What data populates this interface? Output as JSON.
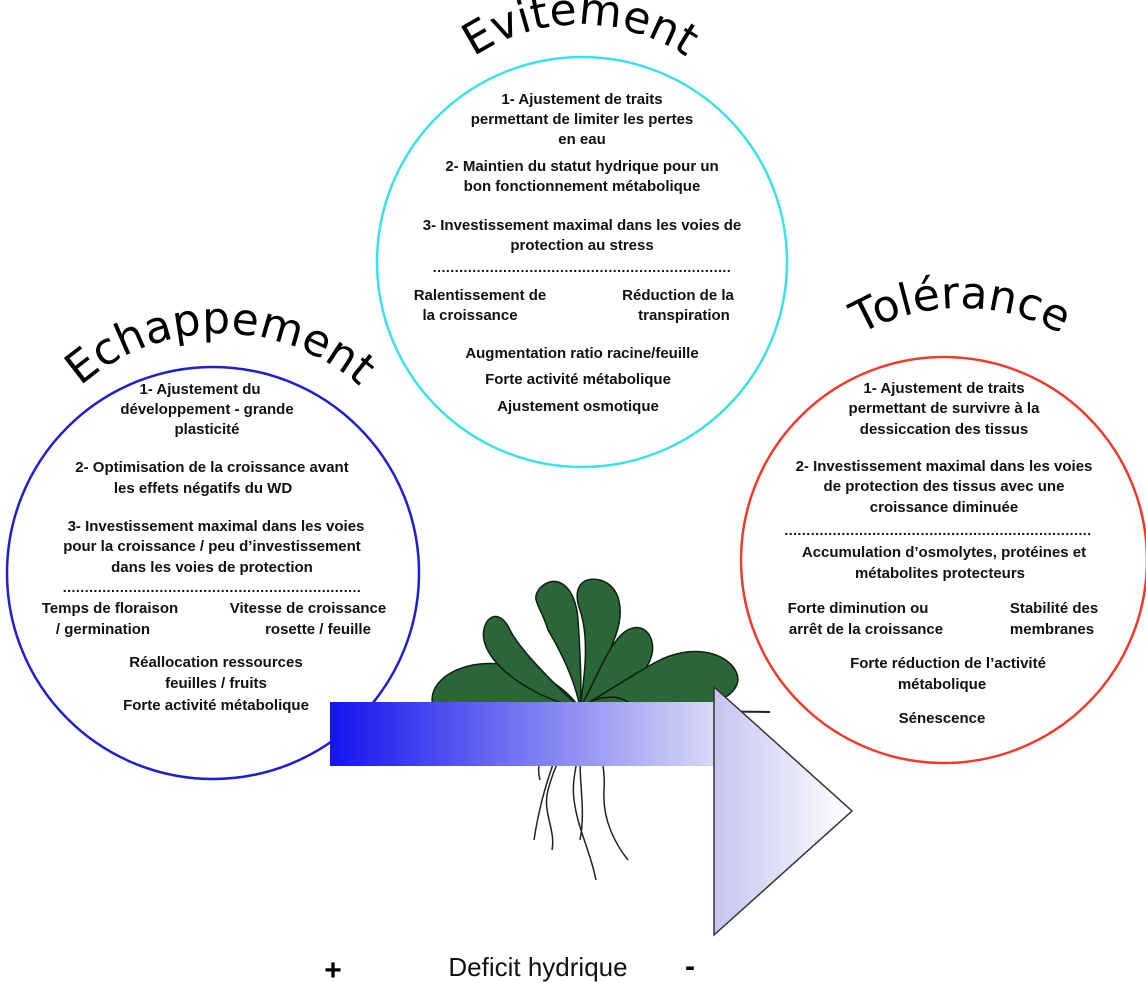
{
  "evitement": {
    "title": "Evitement",
    "color": "#3be0e8",
    "line1a": "1- Ajustement de traits",
    "line1b": "permettant de limiter les pertes",
    "line1c": "en eau",
    "line2a": "2- Maintien du statut hydrique pour un",
    "line2b": "bon fonctionnement métabolique",
    "line3a": "3- Investissement maximal dans les voies de",
    "line3b": "protection au stress",
    "separator": "....................................................................",
    "left_a": "Ralentissement de",
    "left_b": "la croissance",
    "right_a": "Réduction de la",
    "right_b": "transpiration",
    "extra1": "Augmentation ratio racine/feuille",
    "extra2": "Forte activité métabolique",
    "extra3": "Ajustement osmotique"
  },
  "echappement": {
    "title": "Echappement",
    "color": "#1f1fd0",
    "line1a": "1- Ajustement du",
    "line1b": "développement - grande",
    "line1c": "plasticité",
    "line2a": "2- Optimisation de la croissance avant",
    "line2b": "les effets négatifs du  WD",
    "line3a": "3- Investissement maximal dans les voies",
    "line3b": "pour la croissance / peu d’investissement",
    "line3c": "dans les voies de protection",
    "separator": "....................................................................",
    "left_a": "Temps de floraison",
    "left_b": "/ germination",
    "right_a": "Vitesse de croissance",
    "right_b": "rosette / feuille",
    "extra1": "Réallocation ressources",
    "extra2": "feuilles / fruits",
    "extra3": "Forte activité métabolique"
  },
  "tolerance": {
    "title": "Tolérance",
    "color": "#ef3b2c",
    "line1a": "1- Ajustement de traits",
    "line1b": "permettant de survivre à la",
    "line1c": "dessiccation des tissus",
    "line2a": "2- Investissement maximal dans les voies",
    "line2b": "de protection des tissus avec une",
    "line2c": "croissance diminuée",
    "separator": "......................................................................",
    "line3a": "Accumulation d’osmolytes, protéines et",
    "line3b": "métabolites protecteurs",
    "left_a": "Forte diminution ou",
    "left_b": "arrêt de la croissance",
    "right_a": "Stabilité des",
    "right_b": "membranes",
    "extra1": "Forte réduction de l’activité",
    "extra2": "métabolique",
    "extra3": "Sénescence"
  },
  "axis": {
    "label": "Deficit hydrique",
    "plus": "+",
    "minus": "-",
    "color_start": "#1414ee",
    "color_end": "#ffffff"
  },
  "plant": {
    "leaf_color": "#2b6638",
    "icon": "plant-icon"
  }
}
